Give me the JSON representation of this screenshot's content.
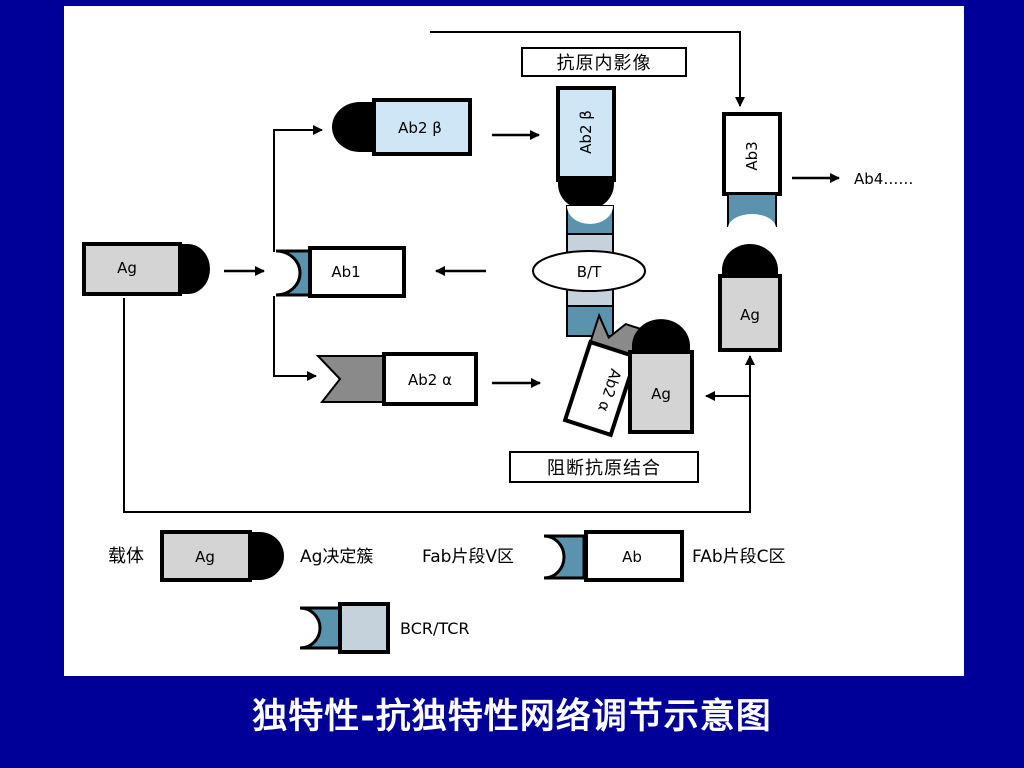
{
  "title": "独特性-抗独特性网络调节示意图",
  "nodes": {
    "ag_left": "Ag",
    "ab1": "Ab1",
    "ab2_beta": "Ab2 β",
    "ab2_beta_vertical": "Ab2 β",
    "ab2_alpha": "Ab2 α",
    "ab2_alpha_tilted": "Ab2 α",
    "ab3": "Ab3",
    "ab4": "Ab4……",
    "bt": "B/T",
    "ag_mid": "Ag",
    "ag_right": "Ag"
  },
  "labels": {
    "internal_image": "抗原内影像",
    "block_binding": "阻断抗原结合"
  },
  "legend": {
    "carrier": "载体",
    "carrier_box": "Ag",
    "determinant": "Ag决定簇",
    "fab_v": "Fab片段V区",
    "ab_box": "Ab",
    "fab_c": "FAb片段C区",
    "receptor": "BCR/TCR"
  },
  "colors": {
    "background": "#000099",
    "canvas": "#ffffff",
    "ag_fill": "#d4d4d4",
    "ab2_beta_fill": "#cfe6f6",
    "receptor_blue": "#5b92ad",
    "receptor_grey": "#c5d2dc",
    "ab2_alpha_grey": "#8a8a8a",
    "title_text": "#ffffff"
  }
}
